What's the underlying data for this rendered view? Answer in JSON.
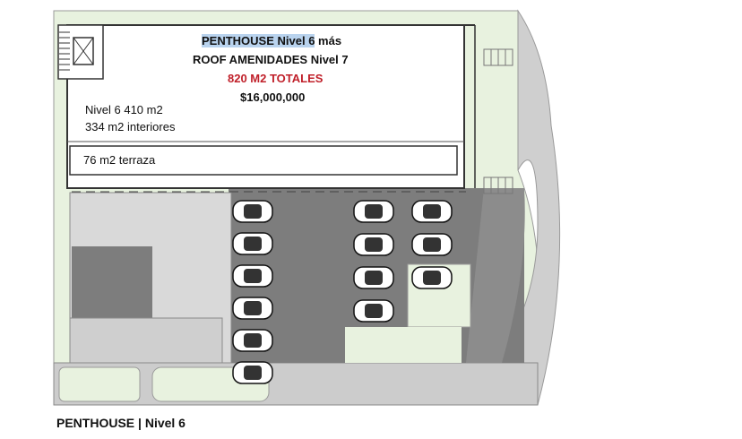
{
  "headline": {
    "line1_highlight": "PENTHOUSE Nivel 6",
    "line1_rest": " más",
    "line2": "ROOF AMENIDADES Nivel 7",
    "line3": "820 M2 TOTALES",
    "line4": "$16,000,000"
  },
  "areas": {
    "level_area": "Nivel 6 410 m2",
    "interior_area": "334 m2 interiores",
    "terrace_area": "76 m2 terraza"
  },
  "caption": {
    "title": "PENTHOUSE",
    "separator": "|",
    "level": "Nivel 6"
  },
  "parking": {
    "left_column_cars": 6,
    "right_grid_cars": 7
  },
  "colors": {
    "green": "#e8f2df",
    "gray_dark": "#7d7d7d",
    "gray_mid": "#bdbdbd",
    "gray_light": "#d9d9d9",
    "highlight": "#b9d3ee",
    "price_red": "#c0202a"
  }
}
